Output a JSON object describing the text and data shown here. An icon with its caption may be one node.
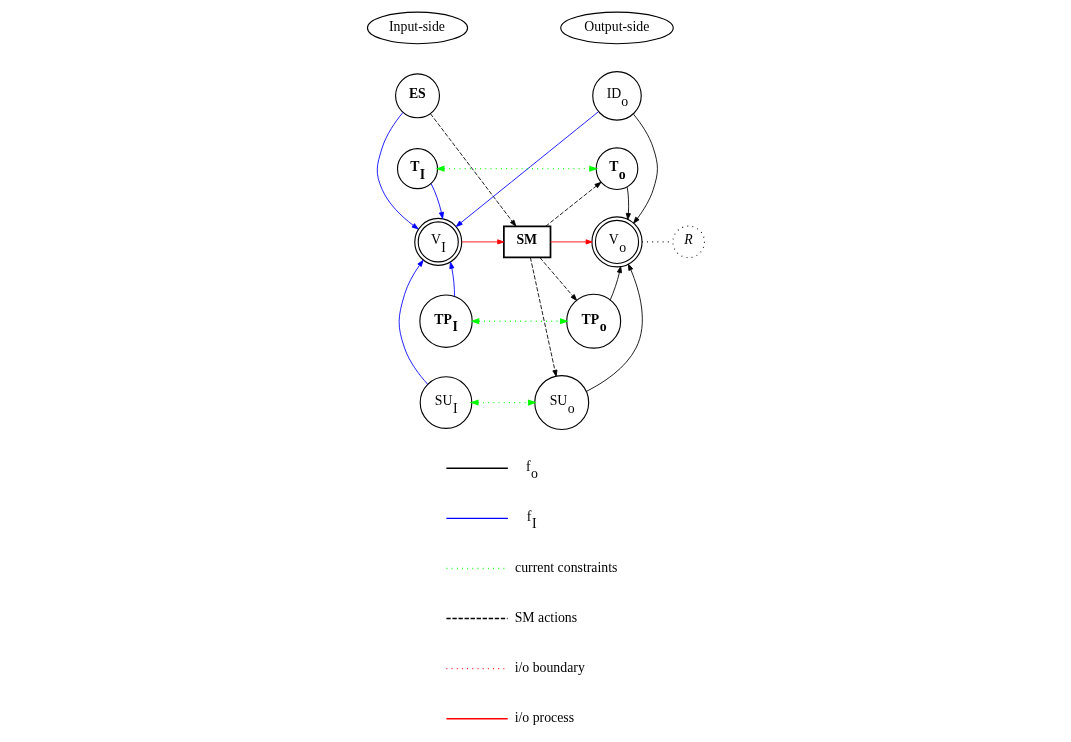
{
  "diagram": {
    "nodes": [
      {
        "text": [
          "Input-side"
        ]
      },
      {
        "text": [
          "Output-side"
        ]
      },
      {
        "text": [
          "ES"
        ]
      },
      {
        "text": [
          "ID$_{o}$"
        ]
      },
      {
        "text": [
          "T$_{I}$"
        ]
      },
      {
        "text": [
          "T$_{o}$"
        ]
      },
      {
        "text": [
          "V$_{I}$"
        ]
      },
      {
        "text": [
          "SM"
        ]
      },
      {
        "text": [
          "V$_{o}$"
        ]
      },
      {
        "text": [
          "R"
        ]
      },
      {
        "text": [
          "TP$_{I}$"
        ]
      },
      {
        "text": [
          "TP$_{o}$"
        ]
      },
      {
        "text": [
          "SU$_{I}$"
        ]
      },
      {
        "text": [
          "SU$_{o}$"
        ]
      }
    ],
    "edges": [
      {
        "from": 2,
        "to": 6,
        "arrow": "to",
        "color": "#0000ff"
      },
      {
        "from": 2,
        "to": 7,
        "arrow": "to",
        "style": "dashed"
      },
      {
        "from": 3,
        "to": 6,
        "arrow": "to",
        "color": "#0000ff"
      },
      {
        "from": 3,
        "to": 8,
        "arrow": "to"
      },
      {
        "from": 4,
        "to": 5,
        "arrow": "both",
        "style": "dashed",
        "color": "#00ff00"
      },
      {
        "from": 4,
        "to": 6,
        "arrow": "to",
        "color": "#0000ff"
      },
      {
        "from": 7,
        "to": 5,
        "arrow": "to",
        "style": "dashed"
      },
      {
        "from": 5,
        "to": 8,
        "arrow": "to"
      },
      {
        "from": 6,
        "to": 7,
        "arrow": "to",
        "color": "#ff0000"
      },
      {
        "from": 7,
        "to": 8,
        "arrow": "to",
        "color": "#ff0000"
      },
      {
        "from": 8,
        "to": 9,
        "arrow": "none",
        "style": "dashed"
      },
      {
        "from": 10,
        "to": 6,
        "arrow": "to",
        "color": "#0000ff"
      },
      {
        "from": 7,
        "to": 11,
        "arrow": "to",
        "style": "dashed"
      },
      {
        "from": 11,
        "to": 8,
        "arrow": "to"
      },
      {
        "from": 10,
        "to": 11,
        "arrow": "both",
        "style": "dashed",
        "color": "#00ff00"
      },
      {
        "from": 12,
        "to": 6,
        "arrow": "to",
        "color": "#0000ff"
      },
      {
        "from": 7,
        "to": 13,
        "arrow": "to",
        "style": "dashed"
      },
      {
        "from": 13,
        "to": 8,
        "arrow": "to"
      },
      {
        "from": 12,
        "to": 13,
        "arrow": "both",
        "style": "dashed",
        "color": "#00ff00"
      }
    ],
    "legend": [
      {
        "text": "f$_{o}$"
      },
      {
        "text": "f$_{I}$"
      },
      {
        "text": "current constraints"
      },
      {
        "text": "SM actions"
      },
      {
        "text": "i/o boundary"
      },
      {
        "text": "i/o process"
      }
    ]
  }
}
